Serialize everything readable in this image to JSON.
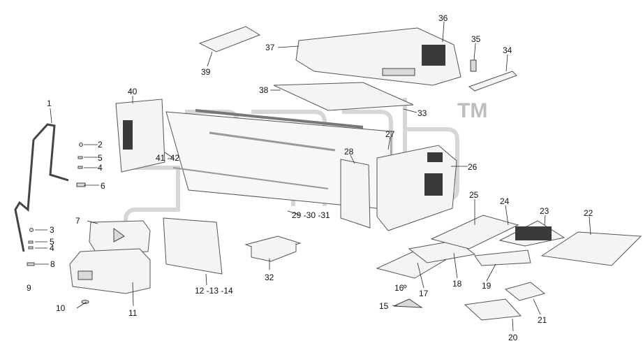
{
  "diagram": {
    "watermark": "TM",
    "corner_text": "",
    "callouts": [
      {
        "id": "1",
        "label": "1"
      },
      {
        "id": "2",
        "label": "2"
      },
      {
        "id": "3",
        "label": "3"
      },
      {
        "id": "4a",
        "label": "4"
      },
      {
        "id": "4b",
        "label": "4"
      },
      {
        "id": "5a",
        "label": "5"
      },
      {
        "id": "5b",
        "label": "5"
      },
      {
        "id": "6",
        "label": "6"
      },
      {
        "id": "7",
        "label": "7"
      },
      {
        "id": "8",
        "label": "8"
      },
      {
        "id": "9",
        "label": "9"
      },
      {
        "id": "10",
        "label": "10"
      },
      {
        "id": "11",
        "label": "11"
      },
      {
        "id": "12",
        "label": "12 -13 -14"
      },
      {
        "id": "15",
        "label": "15"
      },
      {
        "id": "16",
        "label": "16"
      },
      {
        "id": "17",
        "label": "17"
      },
      {
        "id": "18",
        "label": "18"
      },
      {
        "id": "19",
        "label": "19"
      },
      {
        "id": "20",
        "label": "20"
      },
      {
        "id": "21",
        "label": "21"
      },
      {
        "id": "22",
        "label": "22"
      },
      {
        "id": "23",
        "label": "23"
      },
      {
        "id": "24",
        "label": "24"
      },
      {
        "id": "25",
        "label": "25"
      },
      {
        "id": "26",
        "label": "26"
      },
      {
        "id": "27",
        "label": "27"
      },
      {
        "id": "28",
        "label": "28"
      },
      {
        "id": "29",
        "label": "29 -30 -31"
      },
      {
        "id": "32",
        "label": "32"
      },
      {
        "id": "33",
        "label": "33"
      },
      {
        "id": "34",
        "label": "34"
      },
      {
        "id": "35",
        "label": "35"
      },
      {
        "id": "36",
        "label": "36"
      },
      {
        "id": "37",
        "label": "37"
      },
      {
        "id": "38",
        "label": "38"
      },
      {
        "id": "39",
        "label": "39"
      },
      {
        "id": "40",
        "label": "40"
      },
      {
        "id": "41",
        "label": "41 -42"
      }
    ]
  }
}
